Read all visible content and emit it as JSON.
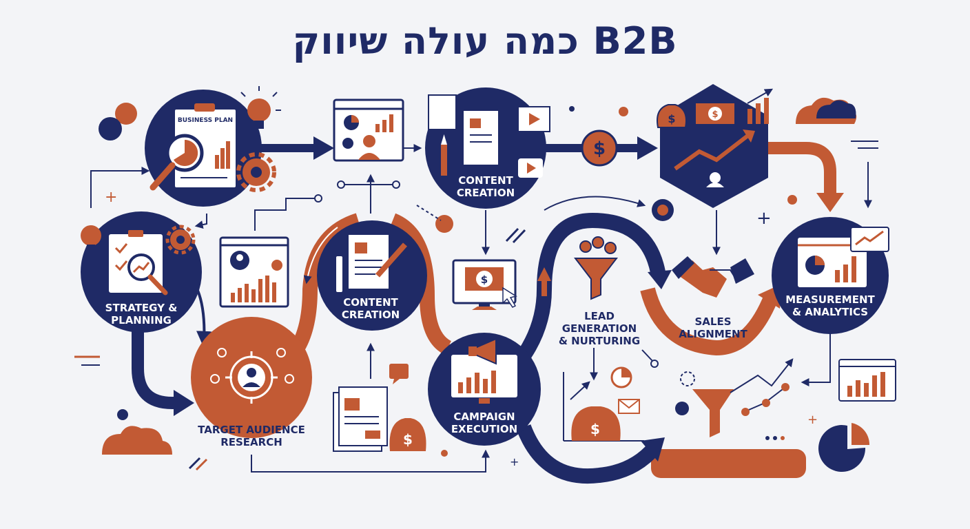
{
  "title": "כמה עולה שיווק B2B",
  "colors": {
    "navy": "#1f2a66",
    "rust": "#c25a34",
    "background": "#f3f4f7",
    "white": "#ffffff"
  },
  "labels": {
    "business_plan": "BUSINESS PLAN",
    "strategy": [
      "STRATEGY &",
      "PLANNING"
    ],
    "target": [
      "TARGET AUDIENCE",
      "RESEARCH"
    ],
    "content_top": [
      "CONTENT",
      "CREATION"
    ],
    "content_mid": [
      "CONTENT",
      "CREATION"
    ],
    "campaign": [
      "CAMPAIGN",
      "EXECUTION"
    ],
    "lead": [
      "LEAD",
      "GENERATION",
      "& NURTURING"
    ],
    "sales": [
      "SALES",
      "ALIGNMENT"
    ],
    "measurement": [
      "MEASUREMENT",
      "& ANALYTICS"
    ]
  },
  "icons": [
    "business-plan-document-icon",
    "magnifier-chart-icon",
    "gear-icon",
    "lightbulb-icon",
    "presentation-chart-icon",
    "audience-target-icon",
    "document-pen-icon",
    "video-play-icon",
    "dollar-coin-icon",
    "money-bag-icon",
    "bar-chart-icon",
    "funnel-icon",
    "handshake-icon",
    "megaphone-icon",
    "monitor-dollar-icon",
    "envelope-icon",
    "pie-chart-icon",
    "cloud-icon"
  ]
}
